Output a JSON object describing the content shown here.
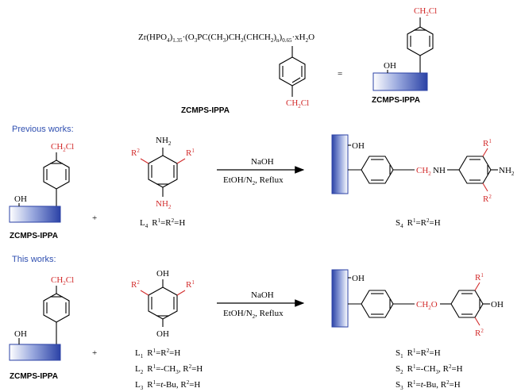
{
  "formula": {
    "zr": "Zr",
    "hpo4": "(HPO",
    "hpo4_sub": "4",
    "hpo4_close": ")",
    "hpo4_coef": "1.35",
    "dot1": "·(O",
    "o3_sub": "3",
    "pc": "PC(CH",
    "ch3_sub": "3",
    "ch2": ")CH",
    "ch2_sub": "2",
    "chch": "(CHCH",
    "chch_sub": "2",
    "close": ")",
    "n_sub": "n",
    "close2": ")",
    "coef2": "0.65",
    "h2o": "·xH",
    "h2o_sub": "2",
    "o": "O"
  },
  "equals": "=",
  "oh": "OH",
  "ch2cl": "CH",
  "ch2cl_sub": "2",
  "ch2cl_cl": "Cl",
  "material_label": "ZCMPS-IPPA",
  "section_previous": "Previous works:",
  "section_this": "This works:",
  "plus": "+",
  "reagent_line1": "NaOH",
  "reagent_line2_a": "EtOH/N",
  "reagent_line2_sub": "2",
  "reagent_line2_b": ", Reflux",
  "nh2": "NH",
  "nh2_sub": "2",
  "r1": "R",
  "r1_sup": "1",
  "r2": "R",
  "r2_sup": "2",
  "ch2nh_a": "CH",
  "ch2nh_sub": "2",
  "ch2nh_b": "NH",
  "ch2o_a": "CH",
  "ch2o_sub": "2",
  "ch2o_b": "O",
  "L4_label": "L",
  "L4_sub": "4",
  "L4_cond": "R",
  "L4_cond_sup1": "1",
  "L4_cond_mid": "=R",
  "L4_cond_sup2": "2",
  "L4_cond_end": "=H",
  "S4_label": "S",
  "S4_sub": "4",
  "S4_cond": "R",
  "S4_sup1": "1",
  "S4_mid": "=R",
  "S4_sup2": "2",
  "S4_end": "=H",
  "L": "L",
  "S": "S",
  "sub1": "1",
  "sub2": "2",
  "sub3": "3",
  "cond1": "=R",
  "cond1_end": "=H",
  "cond2": "=-CH",
  "cond2_sub": "3",
  "cond2_end": ", R",
  "cond2_tail": "=H",
  "cond3": "=",
  "cond3_tbu": "t",
  "cond3_bu": "-Bu, R",
  "cond3_tail": "=H"
}
